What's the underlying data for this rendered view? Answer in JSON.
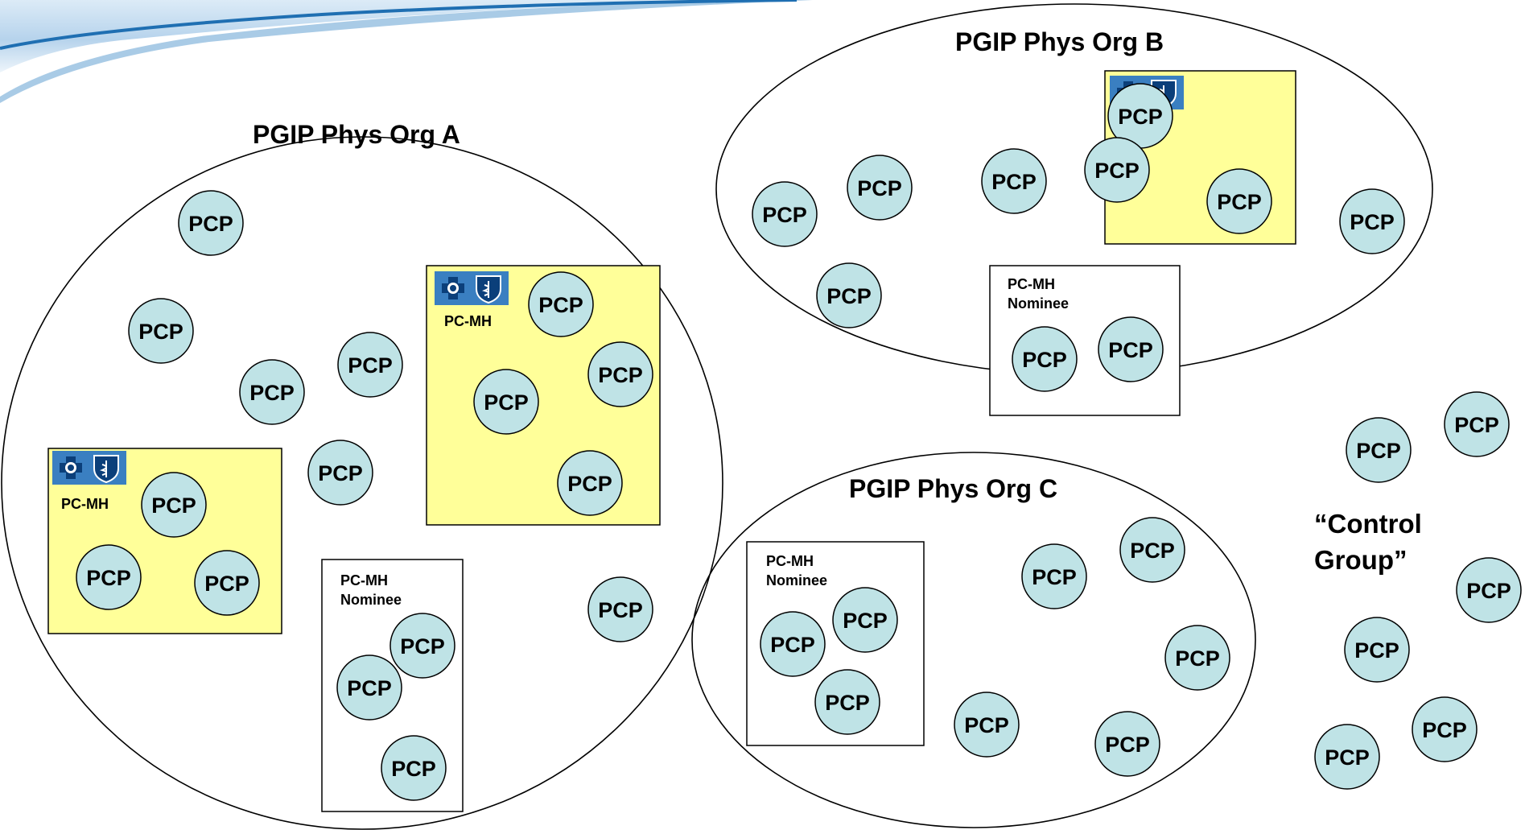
{
  "colors": {
    "pcp_fill": "#bfe3e6",
    "pcp_stroke": "#000000",
    "pcmh_box_fill": "#ffff99",
    "nominee_box_fill": "#ffffff",
    "banner": "#1f6fb2",
    "logo_bg": "#3a7fc1",
    "logo_dark": "#0b3f7a"
  },
  "pcp_label": "PCP",
  "orgs": [
    {
      "title": "PGIP Phys Org A"
    },
    {
      "title": "PGIP Phys Org B"
    },
    {
      "title": "PGIP Phys Org C"
    }
  ],
  "pcmh_label": "PC-MH",
  "nominee_label": [
    "PC-MH",
    "Nominee"
  ],
  "control_group": [
    "“Control",
    "Group”"
  ],
  "icons": [
    "blue-cross-logo-icon",
    "blue-shield-logo-icon"
  ]
}
